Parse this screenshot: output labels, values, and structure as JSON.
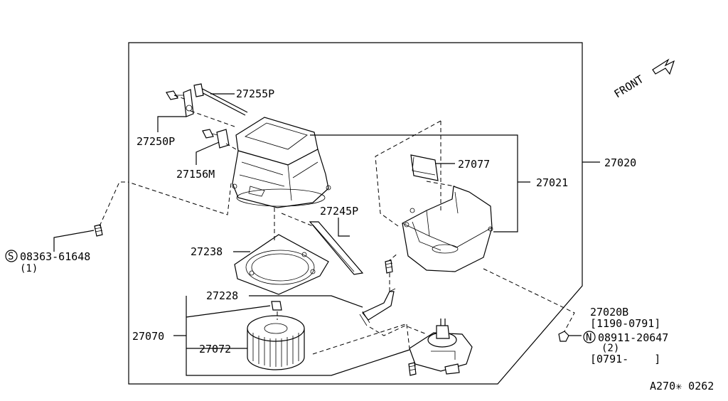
{
  "labels": {
    "p27255P": "27255P",
    "p27250P": "27250P",
    "p27156M": "27156M",
    "p27077": "27077",
    "p27020": "27020",
    "p27021": "27021",
    "p27245P": "27245P",
    "p27238": "27238",
    "p27228": "27228",
    "p27070": "27070",
    "p27072": "27072",
    "p27020B": "27020B"
  },
  "screw_ref": {
    "symbol": "S",
    "part": "08363-61648",
    "qty": "(1)"
  },
  "nut_ref": {
    "date_range": "[1190-0791]",
    "symbol": "N",
    "part": "08911-20647",
    "qty": "(2)",
    "date_from": "[0791-    ]"
  },
  "front_label": "FRONT",
  "diagram_code": "A270✳ 0262"
}
